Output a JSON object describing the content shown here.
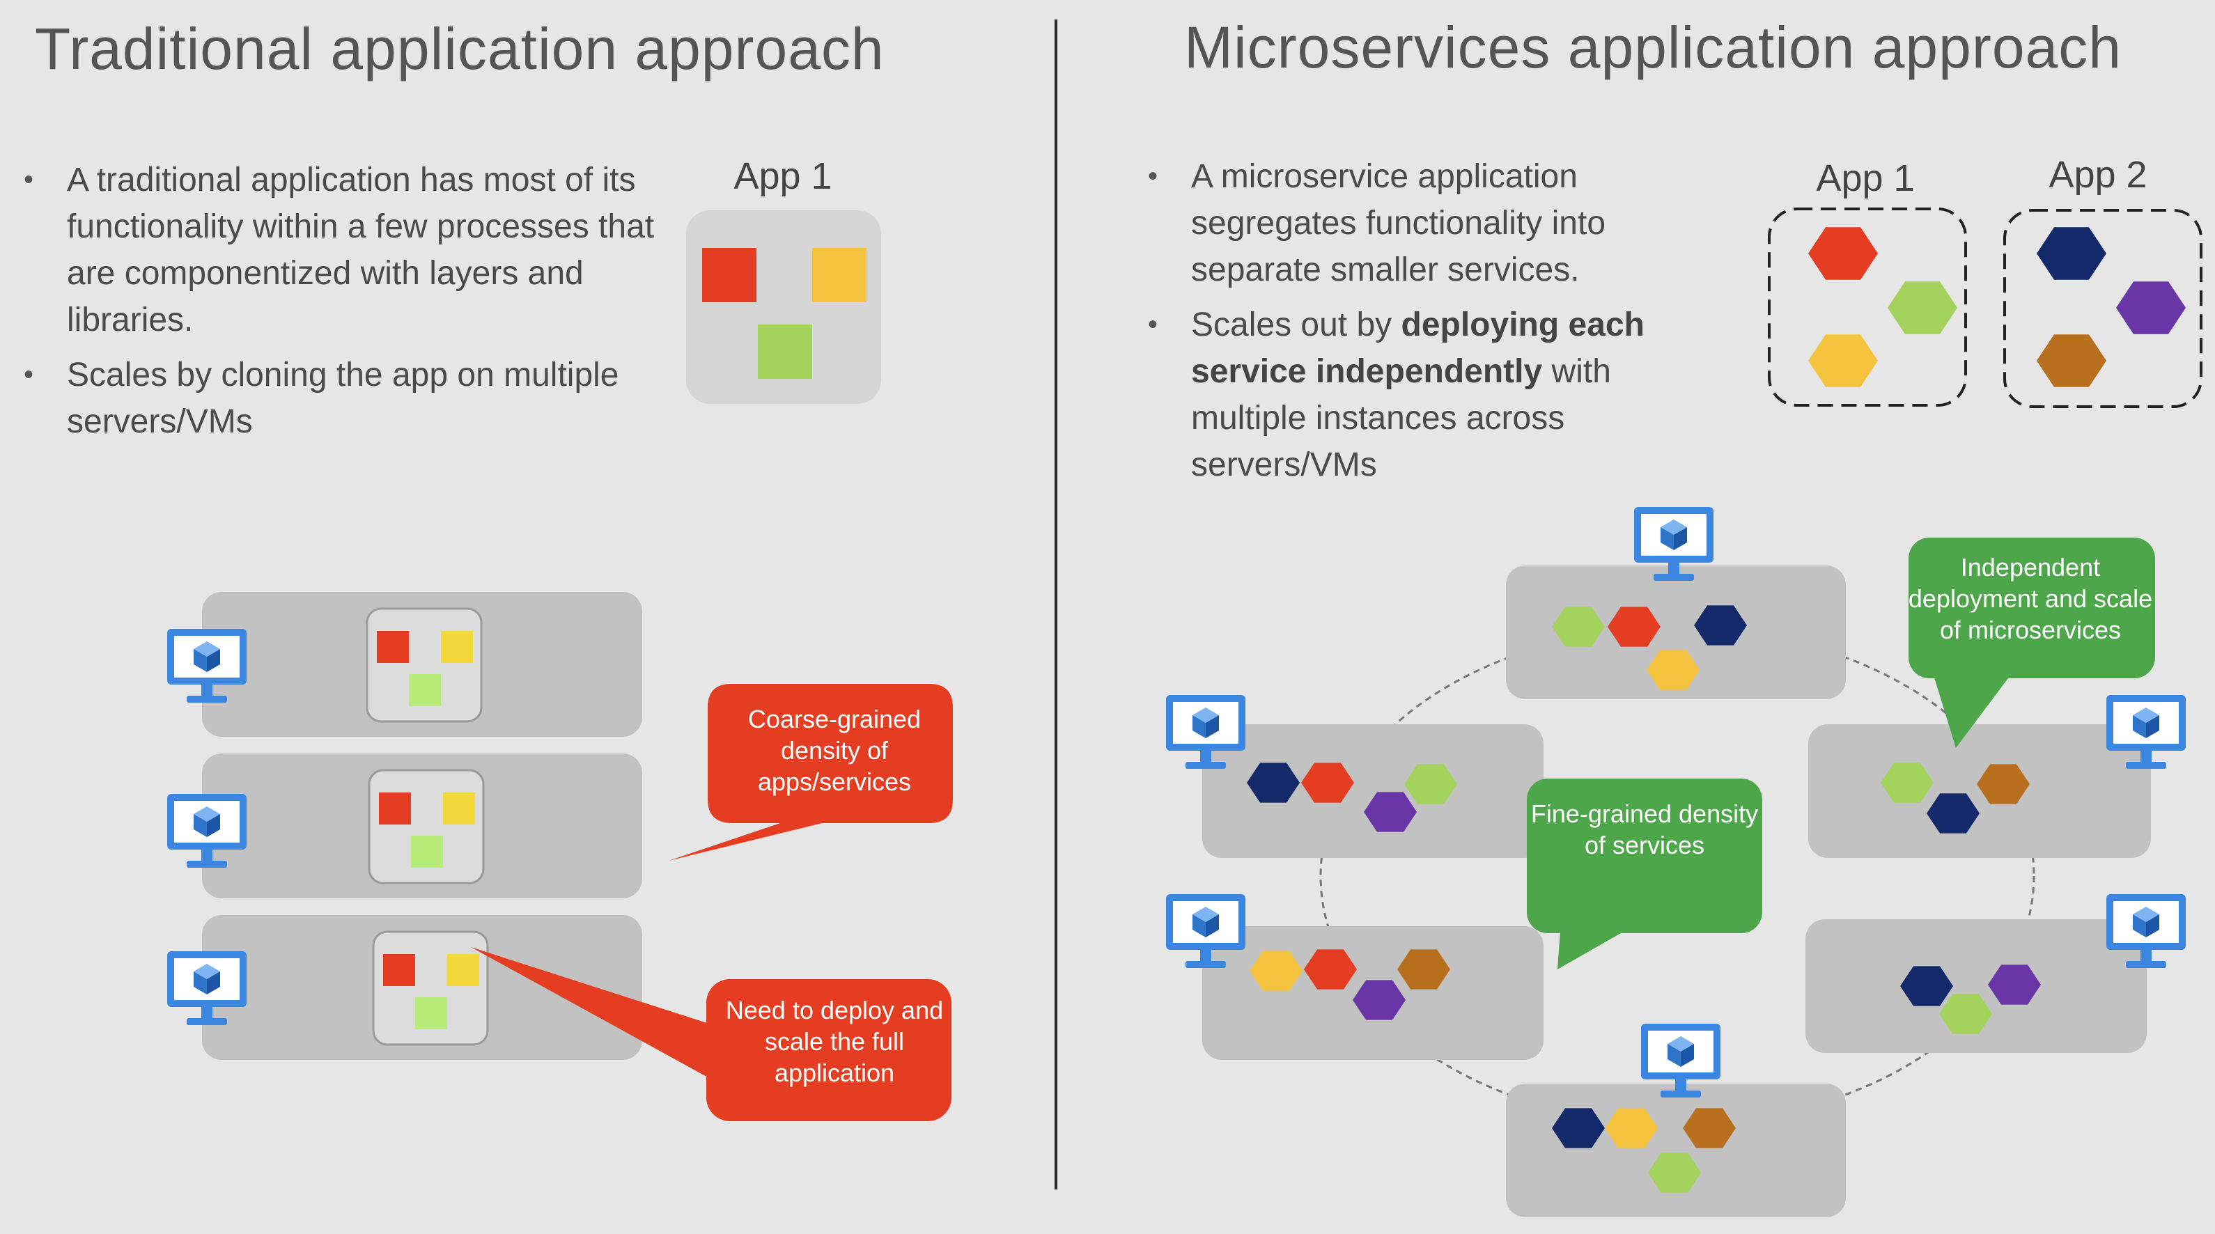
{
  "left": {
    "title": "Traditional application approach",
    "bullets": [
      {
        "text": "A traditional application has most of its functionality within a few processes that are componentized with layers and libraries."
      },
      {
        "text": "Scales by cloning the app on multiple servers/VMs"
      }
    ],
    "app_label": "App 1",
    "callouts": {
      "coarse": "Coarse-grained density of apps/services",
      "deploy": "Need to deploy and scale the full application"
    }
  },
  "right": {
    "title": "Microservices application approach",
    "bullets": [
      {
        "text": "A microservice application segregates functionality into separate smaller services."
      },
      {
        "pre": "Scales out by ",
        "bold": "deploying each service independently",
        "post": " with multiple instances across servers/VMs"
      }
    ],
    "app1_label": "App 1",
    "app2_label": "App 2",
    "callouts": {
      "independent": "Independent deployment and scale of microservices",
      "fine": "Fine-grained density of services"
    }
  },
  "colors": {
    "background": "#e6e6e6",
    "server": "#c2c2c2",
    "red_callout": "#e43d21",
    "green_callout": "#4ea64a",
    "monitor": "#3a86e0",
    "red": "#e43d21",
    "yellow": "#f5c33d",
    "green": "#a3d35c",
    "navy": "#13296a",
    "purple": "#6a35a6",
    "brown": "#b8701e"
  }
}
